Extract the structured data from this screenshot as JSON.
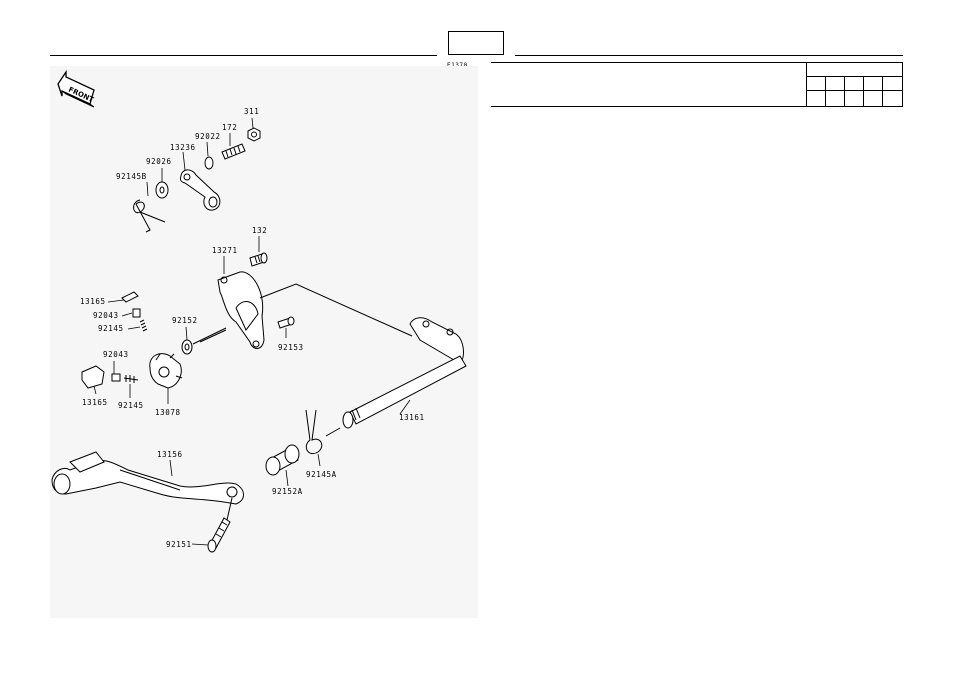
{
  "header": {
    "figure_code": "E1370"
  },
  "front_badge": "FRONT",
  "parts": [
    {
      "id": "lbl-311",
      "text": "311"
    },
    {
      "id": "lbl-172",
      "text": "172"
    },
    {
      "id": "lbl-92022",
      "text": "92022"
    },
    {
      "id": "lbl-13236",
      "text": "13236"
    },
    {
      "id": "lbl-92026",
      "text": "92026"
    },
    {
      "id": "lbl-92145B",
      "text": "92145B"
    },
    {
      "id": "lbl-132",
      "text": "132"
    },
    {
      "id": "lbl-13271",
      "text": "13271"
    },
    {
      "id": "lbl-13165a",
      "text": "13165"
    },
    {
      "id": "lbl-92043a",
      "text": "92043"
    },
    {
      "id": "lbl-92145a",
      "text": "92145"
    },
    {
      "id": "lbl-92152",
      "text": "92152"
    },
    {
      "id": "lbl-92153",
      "text": "92153"
    },
    {
      "id": "lbl-92043b",
      "text": "92043"
    },
    {
      "id": "lbl-13165b",
      "text": "13165"
    },
    {
      "id": "lbl-92145b",
      "text": "92145"
    },
    {
      "id": "lbl-13078",
      "text": "13078"
    },
    {
      "id": "lbl-13161",
      "text": "13161"
    },
    {
      "id": "lbl-13156",
      "text": "13156"
    },
    {
      "id": "lbl-92145A",
      "text": "92145A"
    },
    {
      "id": "lbl-92152A",
      "text": "92152A"
    },
    {
      "id": "lbl-92151",
      "text": "92151"
    }
  ]
}
